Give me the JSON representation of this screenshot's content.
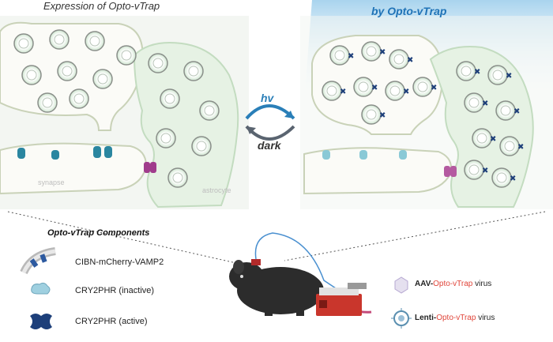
{
  "diagram": {
    "left_title": "Expression of Opto-vTrap",
    "right_title": "by Opto-vTrap",
    "hv_label": "hv",
    "dark_label": "dark",
    "left_cell_labels": {
      "synapse": "synapse",
      "astrocyte": "astrocyte"
    },
    "components_title": "Opto-vTrap Components",
    "legend": [
      {
        "label": "CIBN-mCherry-VAMP2",
        "icon": "vesicle-membrane-icon"
      },
      {
        "label": "CRY2PHR (inactive)",
        "icon": "cry2phr-inactive-icon"
      },
      {
        "label": "CRY2PHR (active)",
        "icon": "cry2phr-active-icon"
      }
    ],
    "viruses": [
      {
        "prefix": "AAV-",
        "name": "Opto-vTrap",
        "suffix": " virus",
        "icon": "aav-virus-icon"
      },
      {
        "prefix": "Lenti-",
        "name": "Opto-vTrap",
        "suffix": " virus",
        "icon": "lenti-virus-icon"
      }
    ],
    "colors": {
      "title_blue": "#1f73b7",
      "virus_red": "#e0453a",
      "vesicle_green": "#dcefdc",
      "dark_cross": "#1d3f7a",
      "light_blob": "#9fd0e0"
    }
  }
}
